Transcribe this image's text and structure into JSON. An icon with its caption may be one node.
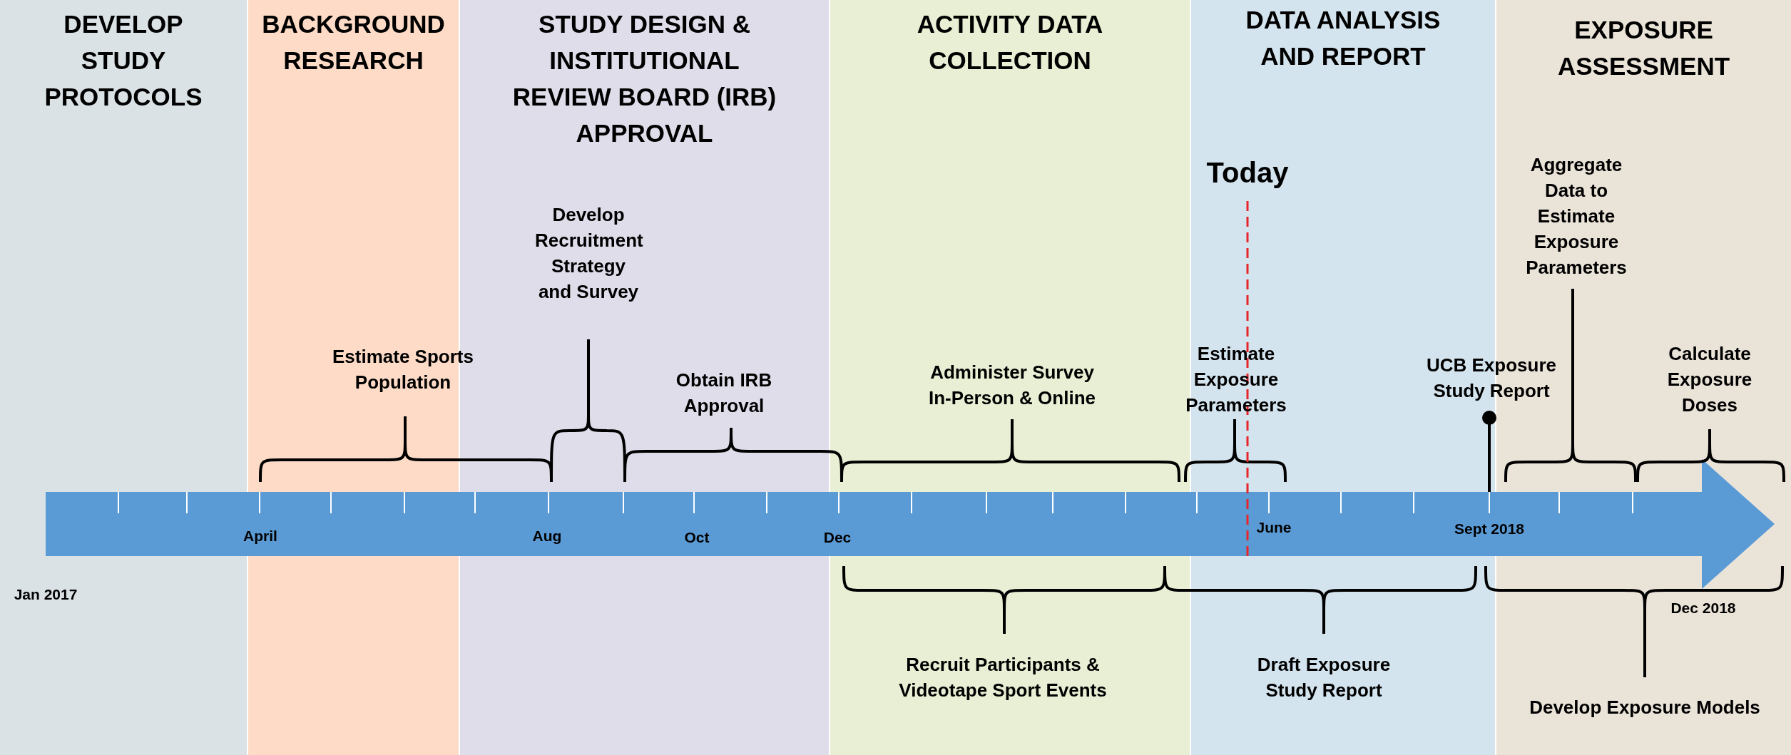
{
  "diagram": {
    "nodes": [
      {
        "text": [
          "DEVELOP STUDY PROTOCOLS"
        ]
      },
      {
        "text": [
          "BACKGROUND RESEARCH"
        ]
      },
      {
        "text": [
          "STUDY DESIGN & INSTITUTIONAL REVIEW BOARD (IRB) APPROVAL"
        ]
      },
      {
        "text": [
          "ACTIVITY DATA COLLECTION"
        ]
      },
      {
        "text": [
          "DATA ANALYSIS AND REPORT"
        ]
      },
      {
        "text": [
          "EXPOSURE ASSESSMENT"
        ]
      }
    ],
    "labels": [
      "Develop Recruitment Strategy and Survey",
      "Today",
      "Aggregate Data to Estimate Exposure Parameters",
      "Estimate Sports Population",
      "Obtain IRB Approval",
      "Administer Survey In-Person & Online",
      "Estimate Exposure Parameters",
      "UCB Exposure Study Report",
      "Calculate Exposure Doses",
      "April",
      "Aug",
      "Oct",
      "Dec",
      "June",
      "Sept 2018",
      "Jan 2017",
      "Dec 2018",
      "Recruit Participants & Videotape Sport Events",
      "Draft Exposure Study Report",
      "Develop Exposure Models"
    ]
  }
}
